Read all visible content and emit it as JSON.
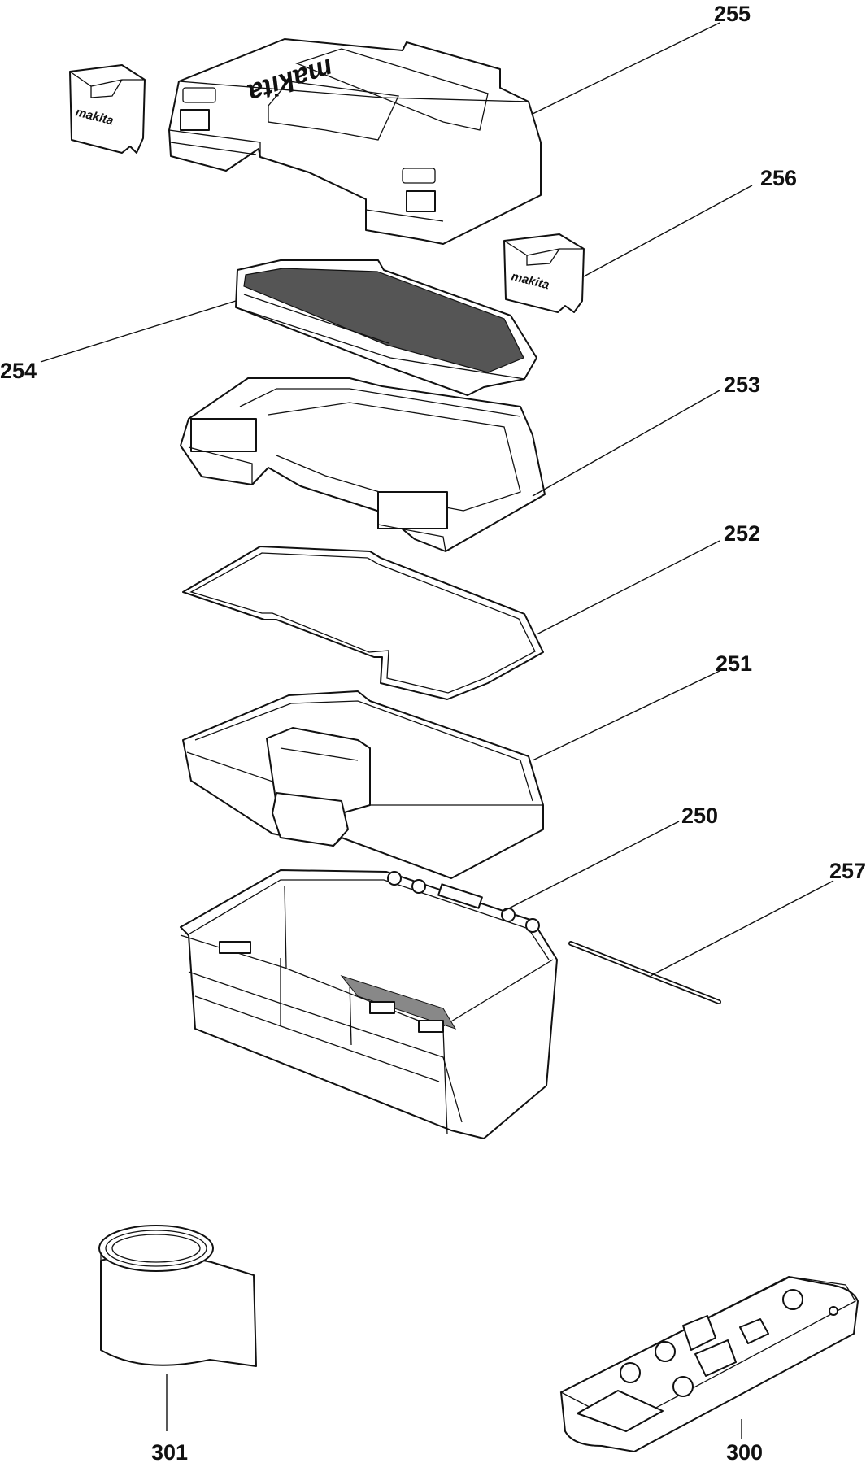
{
  "brand": "makita",
  "colors": {
    "line": "#111111",
    "paper": "#ffffff"
  },
  "callouts": [
    {
      "id": "255",
      "label": "255"
    },
    {
      "id": "256",
      "label": "256"
    },
    {
      "id": "254",
      "label": "254"
    },
    {
      "id": "253",
      "label": "253"
    },
    {
      "id": "252",
      "label": "252"
    },
    {
      "id": "251",
      "label": "251"
    },
    {
      "id": "250",
      "label": "250"
    },
    {
      "id": "257",
      "label": "257"
    },
    {
      "id": "301",
      "label": "301"
    },
    {
      "id": "300",
      "label": "300"
    }
  ]
}
